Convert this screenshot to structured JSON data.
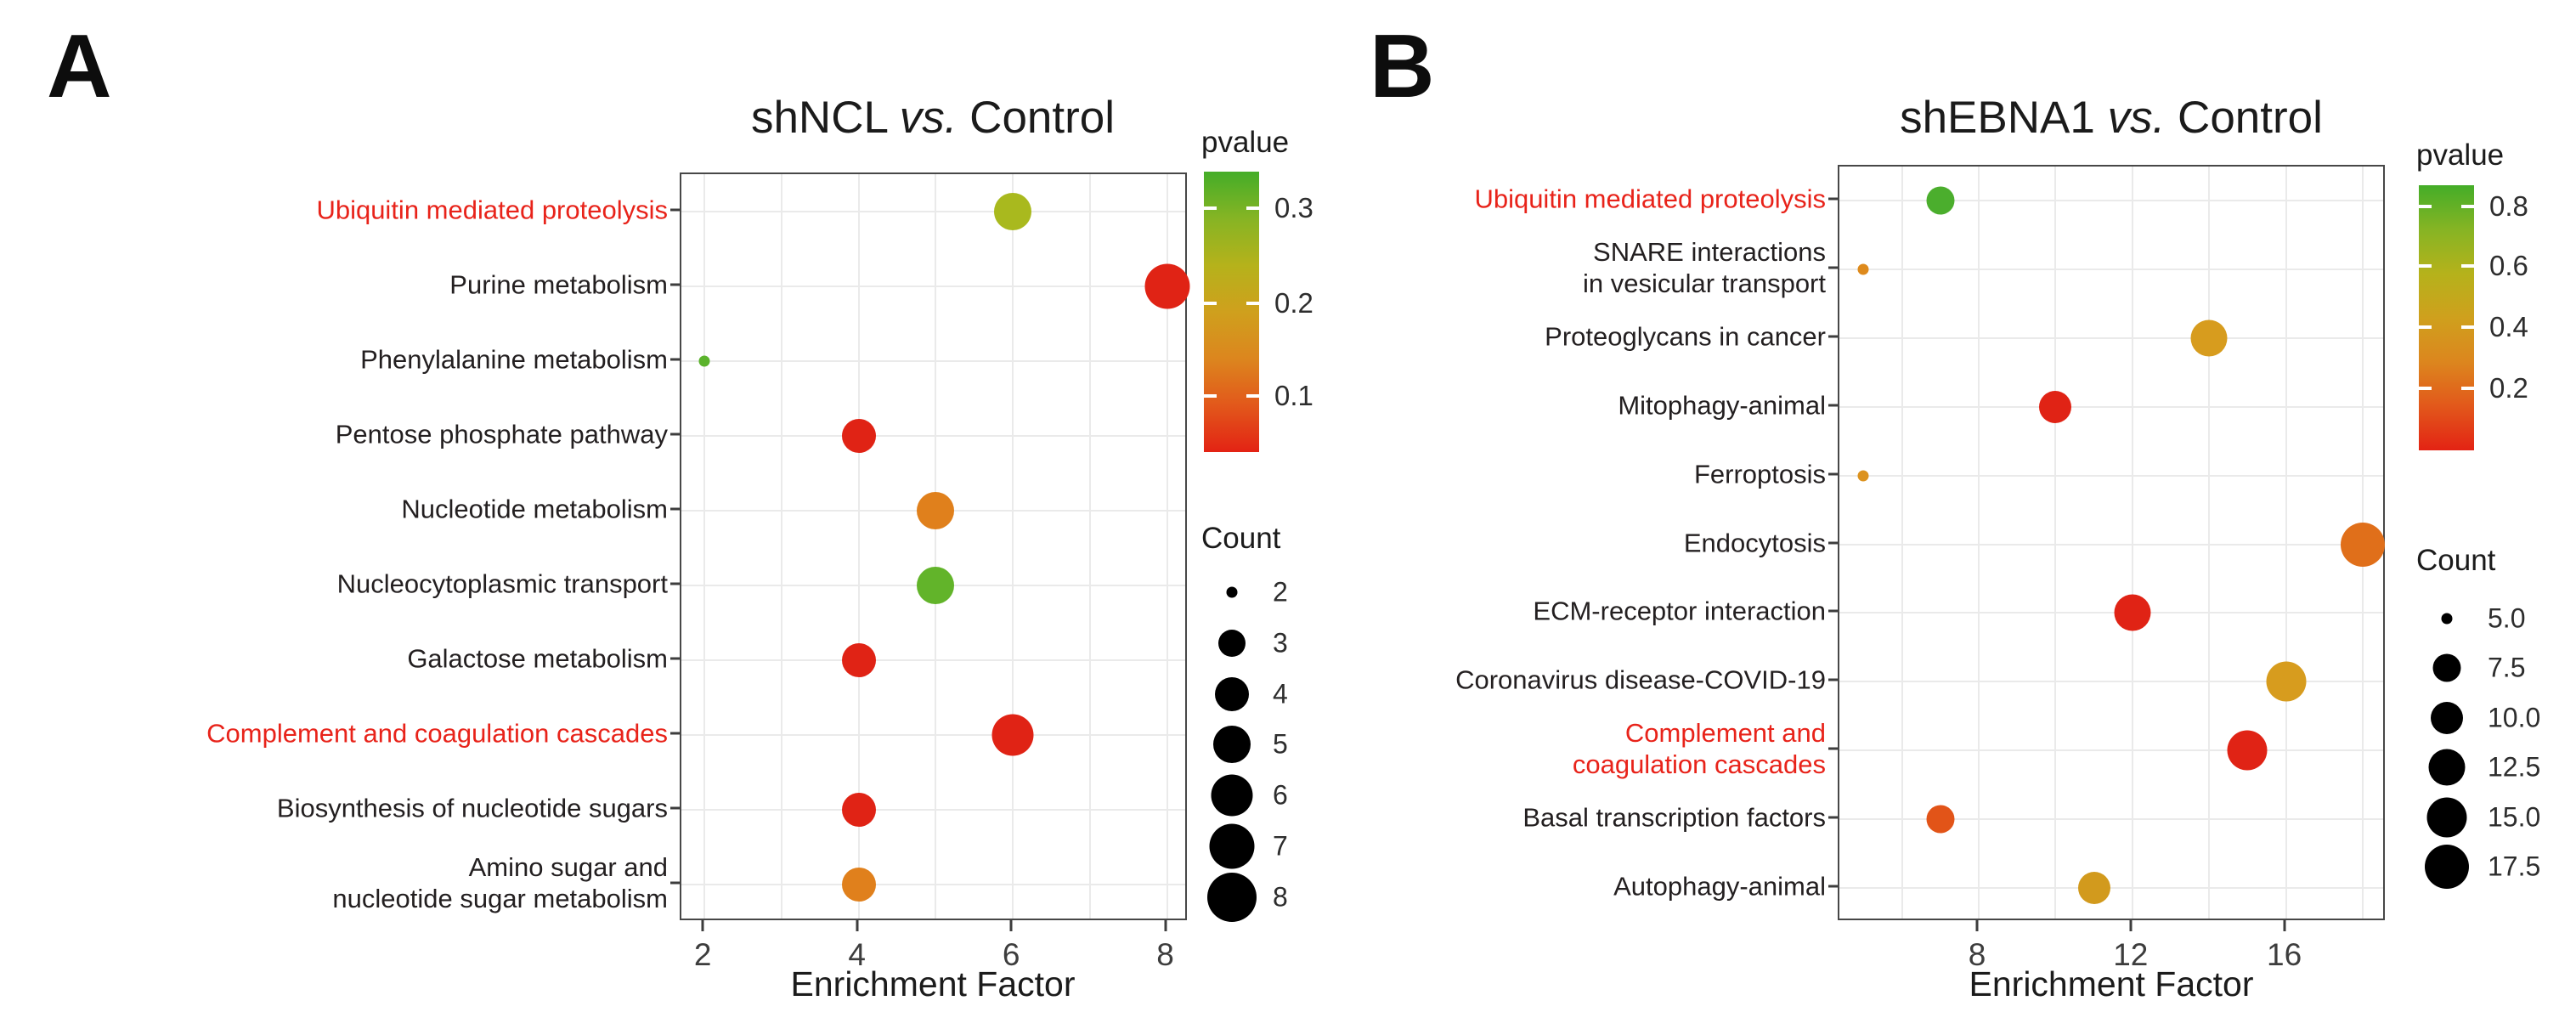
{
  "figure": {
    "panel_a_label": "A",
    "panel_b_label": "B",
    "red_label_color": "#e8231a",
    "black_label_color": "#231f20"
  },
  "chart_data": [
    {
      "type": "scatter",
      "panel": "A",
      "title": "shNCL vs. Control",
      "title_parts": {
        "prefix": "shNCL ",
        "italic": "vs.",
        "suffix": " Control"
      },
      "xlabel": "Enrichment Factor",
      "x_axis": {
        "min": 1.7,
        "max": 8.28,
        "tick_values": [
          2,
          4,
          6,
          8
        ],
        "tick_labels": [
          "2",
          "4",
          "6",
          "8"
        ],
        "grid_values": [
          2,
          3,
          4,
          5,
          6,
          7,
          8
        ]
      },
      "grid": true,
      "legend_position": "right",
      "points": [
        {
          "pathway_lines": [
            "Ubiquitin mediated proteolysis"
          ],
          "label_style": "red",
          "enrichment_factor": 6,
          "count": 5,
          "pvalue": 0.25,
          "color": "#a9b91e"
        },
        {
          "pathway_lines": [
            "Purine metabolism"
          ],
          "label_style": "black",
          "enrichment_factor": 8,
          "count": 7,
          "pvalue": 0.02,
          "color": "#e02315"
        },
        {
          "pathway_lines": [
            "Phenylalanine metabolism"
          ],
          "label_style": "black",
          "enrichment_factor": 2,
          "count": 2,
          "pvalue": 0.3,
          "color": "#5bb32c"
        },
        {
          "pathway_lines": [
            "Pentose phosphate pathway"
          ],
          "label_style": "black",
          "enrichment_factor": 4,
          "count": 4,
          "pvalue": 0.03,
          "color": "#e02315"
        },
        {
          "pathway_lines": [
            "Nucleotide metabolism"
          ],
          "label_style": "black",
          "enrichment_factor": 5,
          "count": 5,
          "pvalue": 0.13,
          "color": "#e0801c"
        },
        {
          "pathway_lines": [
            "Nucleocytoplasmic transport"
          ],
          "label_style": "black",
          "enrichment_factor": 5,
          "count": 5,
          "pvalue": 0.28,
          "color": "#62b42a"
        },
        {
          "pathway_lines": [
            "Galactose metabolism"
          ],
          "label_style": "black",
          "enrichment_factor": 4,
          "count": 4,
          "pvalue": 0.04,
          "color": "#e02315"
        },
        {
          "pathway_lines": [
            "Complement and coagulation cascades"
          ],
          "label_style": "red",
          "enrichment_factor": 6,
          "count": 6,
          "pvalue": 0.02,
          "color": "#e02315"
        },
        {
          "pathway_lines": [
            "Biosynthesis of nucleotide sugars"
          ],
          "label_style": "black",
          "enrichment_factor": 4,
          "count": 4,
          "pvalue": 0.04,
          "color": "#e02315"
        },
        {
          "pathway_lines": [
            "Amino sugar and",
            "nucleotide sugar metabolism"
          ],
          "label_style": "black",
          "enrichment_factor": 4,
          "count": 4,
          "pvalue": 0.12,
          "color": "#e0801c"
        }
      ],
      "legend": {
        "pvalue": {
          "title": "pvalue",
          "gradient_top_to_bottom": [
            "#44ad28",
            "#86b424",
            "#b5b21b",
            "#cfa01d",
            "#dc861e",
            "#e2581b",
            "#e32314"
          ],
          "ticks": [
            {
              "label": "0.3",
              "frac": 0.13
            },
            {
              "label": "0.2",
              "frac": 0.47
            },
            {
              "label": "0.1",
              "frac": 0.8
            }
          ]
        },
        "count": {
          "title": "Count",
          "entries": [
            {
              "label": "2",
              "value": 2,
              "diameter": 13
            },
            {
              "label": "3",
              "value": 3,
              "diameter": 32
            },
            {
              "label": "4",
              "value": 4,
              "diameter": 40
            },
            {
              "label": "5",
              "value": 5,
              "diameter": 44
            },
            {
              "label": "6",
              "value": 6,
              "diameter": 49
            },
            {
              "label": "7",
              "value": 7,
              "diameter": 53
            },
            {
              "label": "8",
              "value": 8,
              "diameter": 58
            }
          ]
        }
      }
    },
    {
      "type": "scatter",
      "panel": "B",
      "title": "shEBNA1 vs. Control",
      "title_parts": {
        "prefix": "shEBNA1 ",
        "italic": "vs.",
        "suffix": " Control"
      },
      "xlabel": "Enrichment Factor",
      "x_axis": {
        "min": 4.37,
        "max": 18.62,
        "tick_values": [
          8,
          12,
          16
        ],
        "tick_labels": [
          "8",
          "12",
          "16"
        ],
        "grid_values": [
          6,
          8,
          10,
          12,
          14,
          16,
          18
        ]
      },
      "grid": true,
      "legend_position": "right",
      "points": [
        {
          "pathway_lines": [
            "Ubiquitin mediated proteolysis"
          ],
          "label_style": "red",
          "enrichment_factor": 7,
          "count": 7.5,
          "pvalue": 0.8,
          "color": "#4bae2d"
        },
        {
          "pathway_lines": [
            "SNARE interactions",
            "in vesicular transport"
          ],
          "label_style": "black",
          "enrichment_factor": 5,
          "count": 5,
          "pvalue": 0.3,
          "color": "#de8a1c"
        },
        {
          "pathway_lines": [
            "Proteoglycans in cancer"
          ],
          "label_style": "black",
          "enrichment_factor": 14,
          "count": 12.5,
          "pvalue": 0.45,
          "color": "#d79c1e"
        },
        {
          "pathway_lines": [
            "Mitophagy-animal"
          ],
          "label_style": "black",
          "enrichment_factor": 10,
          "count": 10,
          "pvalue": 0.05,
          "color": "#e02315"
        },
        {
          "pathway_lines": [
            "Ferroptosis"
          ],
          "label_style": "black",
          "enrichment_factor": 5,
          "count": 5,
          "pvalue": 0.32,
          "color": "#dc921e"
        },
        {
          "pathway_lines": [
            "Endocytosis"
          ],
          "label_style": "black",
          "enrichment_factor": 18,
          "count": 17.5,
          "pvalue": 0.2,
          "color": "#e06f1a"
        },
        {
          "pathway_lines": [
            "ECM-receptor interaction"
          ],
          "label_style": "black",
          "enrichment_factor": 12,
          "count": 12.5,
          "pvalue": 0.05,
          "color": "#e02315"
        },
        {
          "pathway_lines": [
            "Coronavirus disease-COVID-19"
          ],
          "label_style": "black",
          "enrichment_factor": 16,
          "count": 15,
          "pvalue": 0.42,
          "color": "#d79c1e"
        },
        {
          "pathway_lines": [
            "Complement and",
            "coagulation cascades"
          ],
          "label_style": "red",
          "enrichment_factor": 15,
          "count": 15,
          "pvalue": 0.05,
          "color": "#e02315"
        },
        {
          "pathway_lines": [
            "Basal transcription factors"
          ],
          "label_style": "black",
          "enrichment_factor": 7,
          "count": 7.5,
          "pvalue": 0.12,
          "color": "#e25418"
        },
        {
          "pathway_lines": [
            "Autophagy-animal"
          ],
          "label_style": "black",
          "enrichment_factor": 11,
          "count": 10,
          "pvalue": 0.45,
          "color": "#d29a1d"
        }
      ],
      "legend": {
        "pvalue": {
          "title": "pvalue",
          "gradient_top_to_bottom": [
            "#44ad28",
            "#86b424",
            "#b5b21b",
            "#cfa01d",
            "#dc861e",
            "#e2581b",
            "#e32314"
          ],
          "ticks": [
            {
              "label": "0.8",
              "frac": 0.08
            },
            {
              "label": "0.6",
              "frac": 0.305
            },
            {
              "label": "0.4",
              "frac": 0.535
            },
            {
              "label": "0.2",
              "frac": 0.765
            }
          ]
        },
        "count": {
          "title": "Count",
          "entries": [
            {
              "label": "5.0",
              "value": 5,
              "diameter": 13
            },
            {
              "label": "7.5",
              "value": 7.5,
              "diameter": 33
            },
            {
              "label": "10.0",
              "value": 10,
              "diameter": 38
            },
            {
              "label": "12.5",
              "value": 12.5,
              "diameter": 43
            },
            {
              "label": "15.0",
              "value": 15,
              "diameter": 47
            },
            {
              "label": "17.5",
              "value": 17.5,
              "diameter": 52
            }
          ]
        }
      }
    }
  ]
}
